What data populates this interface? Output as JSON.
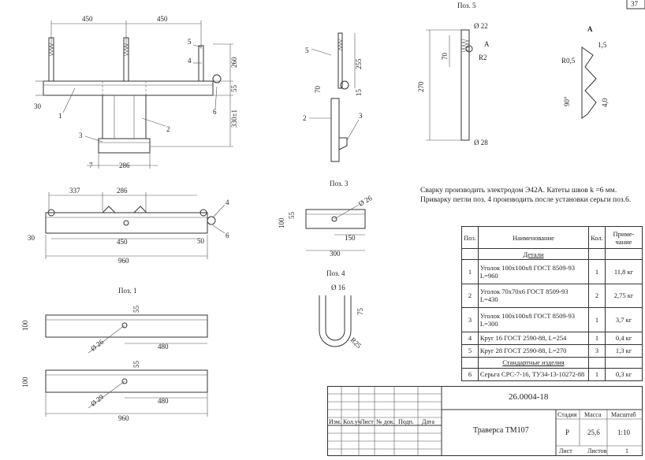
{
  "page_number": "37",
  "drawing_labels": {
    "poz5": "Поз. 5",
    "poz3": "Поз. 3",
    "poz4": "Поз. 4",
    "poz1": "Поз. 1",
    "view_a": "A",
    "leader_a": "A"
  },
  "dimensions": {
    "front_450_left": "450",
    "front_450_right": "450",
    "front_260": "260",
    "front_55": "55",
    "front_330": "330±1",
    "front_30": "30",
    "front_7": "7",
    "front_286": "286",
    "side_255": "255",
    "side_70": "70",
    "side_15": "15",
    "p5_d22": "Ø 22",
    "p5_70": "70",
    "p5_r2": "R2",
    "p5_270": "270",
    "p5_d28": "Ø 28",
    "a_15": "1,5",
    "a_r05": "R0,5",
    "a_40": "4,0",
    "a_90": "90°",
    "plan_337": "337",
    "plan_286": "286",
    "plan_30": "30",
    "plan_450": "450",
    "plan_50": "50",
    "plan_960": "960",
    "p3_55": "55",
    "p3_100": "100",
    "p3_d26": "Ø 26",
    "p3_150": "150",
    "p3_300": "300",
    "p4_d16": "Ø 16",
    "p4_75": "75",
    "p4_r25": "R25",
    "p1a_100": "100",
    "p1a_55": "55",
    "p1a_d26": "Ø 26",
    "p1a_480": "480",
    "p1b_100": "100",
    "p1b_55": "55",
    "p1b_d29": "Ø 29",
    "p1b_480": "480",
    "p1_960": "960"
  },
  "callouts": [
    "1",
    "2",
    "3",
    "4",
    "5",
    "6"
  ],
  "notes": {
    "line1": "Сварку производить электродом Э42А. Катеты швов k =6 мм.",
    "line2": "Приварку петли поз. 4 производить после установки серьги поз.6."
  },
  "spec_table": {
    "headers": [
      "Поз.",
      "Наименование",
      "Кол.",
      "Приме-чание"
    ],
    "section_details": "Детали",
    "section_standard": "Стандартные изделия",
    "rows": [
      {
        "pos": "1",
        "name": "Уголок 100x100x8 ГОСТ 8509-93 L=960",
        "qty": "1",
        "note": "11,8 кг"
      },
      {
        "pos": "2",
        "name": "Уголок 70x70x6 ГОСТ 8509-93 L=430",
        "qty": "2",
        "note": "2,75 кг"
      },
      {
        "pos": "3",
        "name": "Уголок 100x100x8 ГОСТ 8509-93 L=300",
        "qty": "1",
        "note": "3,7 кг"
      },
      {
        "pos": "4",
        "name": "Круг 16 ГОСТ 2590-88, L=254",
        "qty": "1",
        "note": "0,4 кг"
      },
      {
        "pos": "5",
        "name": "Круг 28 ГОСТ 2590-88, L=270",
        "qty": "3",
        "note": "1,3 кг"
      }
    ],
    "standard_rows": [
      {
        "pos": "6",
        "name": "Серьга СРС-7-16, ТУ34-13-10272-88",
        "qty": "1",
        "note": "0,3 кг"
      }
    ]
  },
  "title_block": {
    "doc_number": "26.0004-18",
    "title": "Траверса ТМ107",
    "stage_label": "Стадия",
    "mass_label": "Масса",
    "scale_label": "Масштаб",
    "stage": "Р",
    "mass": "25,6",
    "scale": "1:10",
    "sheet_label": "Лист",
    "sheets_label": "Листов",
    "sheets": "1",
    "col_headers": [
      "Изм.",
      "Кол.уч",
      "Лист",
      "№ док.",
      "Подп.",
      "Дата"
    ]
  }
}
